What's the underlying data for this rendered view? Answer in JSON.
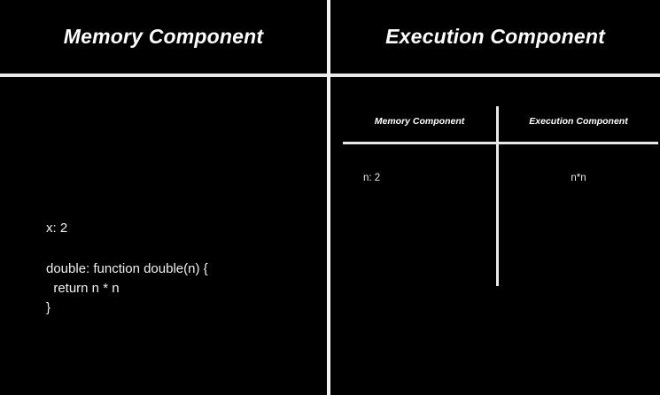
{
  "canvas": {
    "background": "#000000",
    "foreground": "#ffffff",
    "divider_color": "#e8e8e8"
  },
  "panels": {
    "left": {
      "title": "Memory Component",
      "memory": {
        "variable_line": "x: 2",
        "function_block": "double: function double(n) {\n  return n * n\n}"
      }
    },
    "right": {
      "title": "Execution Component",
      "call_table": {
        "headers": [
          "Memory Component",
          "Execution Component"
        ],
        "rows": [
          [
            "n: 2",
            "n*n"
          ]
        ]
      }
    }
  }
}
